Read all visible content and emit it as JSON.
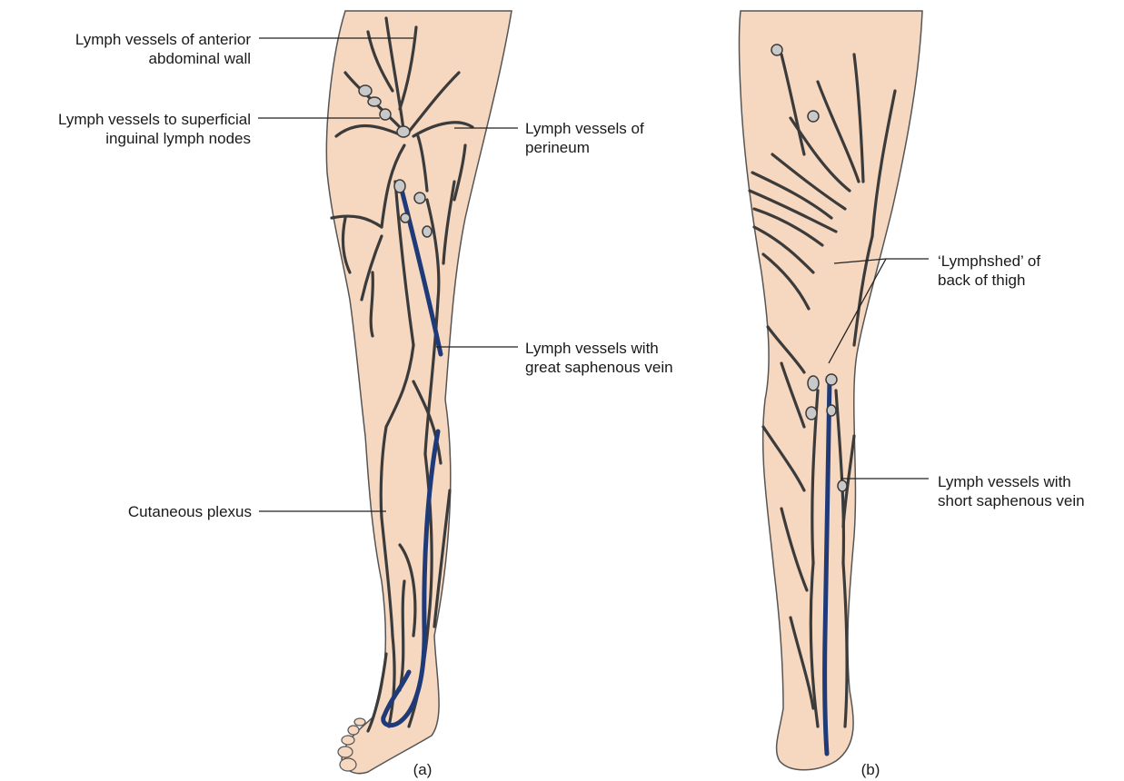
{
  "figure": {
    "panel_a_caption": "(a)",
    "panel_b_caption": "(b)",
    "labels": {
      "abdominal_wall": [
        "Lymph vessels of anterior",
        "abdominal wall"
      ],
      "superficial_inguinal": [
        "Lymph vessels to superficial",
        "inguinal lymph nodes"
      ],
      "perineum": [
        "Lymph vessels of",
        "perineum"
      ],
      "great_saphenous": [
        "Lymph vessels with",
        "great saphenous vein"
      ],
      "cutaneous_plexus": [
        "Cutaneous plexus"
      ],
      "lymphshed": [
        "‘Lymphshed’ of",
        "back of thigh"
      ],
      "short_saphenous": [
        "Lymph vessels with",
        "short saphenous vein"
      ]
    },
    "colors": {
      "skin": "#f6d7c0",
      "skin_outline": "#555555",
      "lymph_vessel": "#3b3b3b",
      "vein": "#1f3a78",
      "node": "#c9c9c9",
      "leader_line": "#222222"
    }
  }
}
